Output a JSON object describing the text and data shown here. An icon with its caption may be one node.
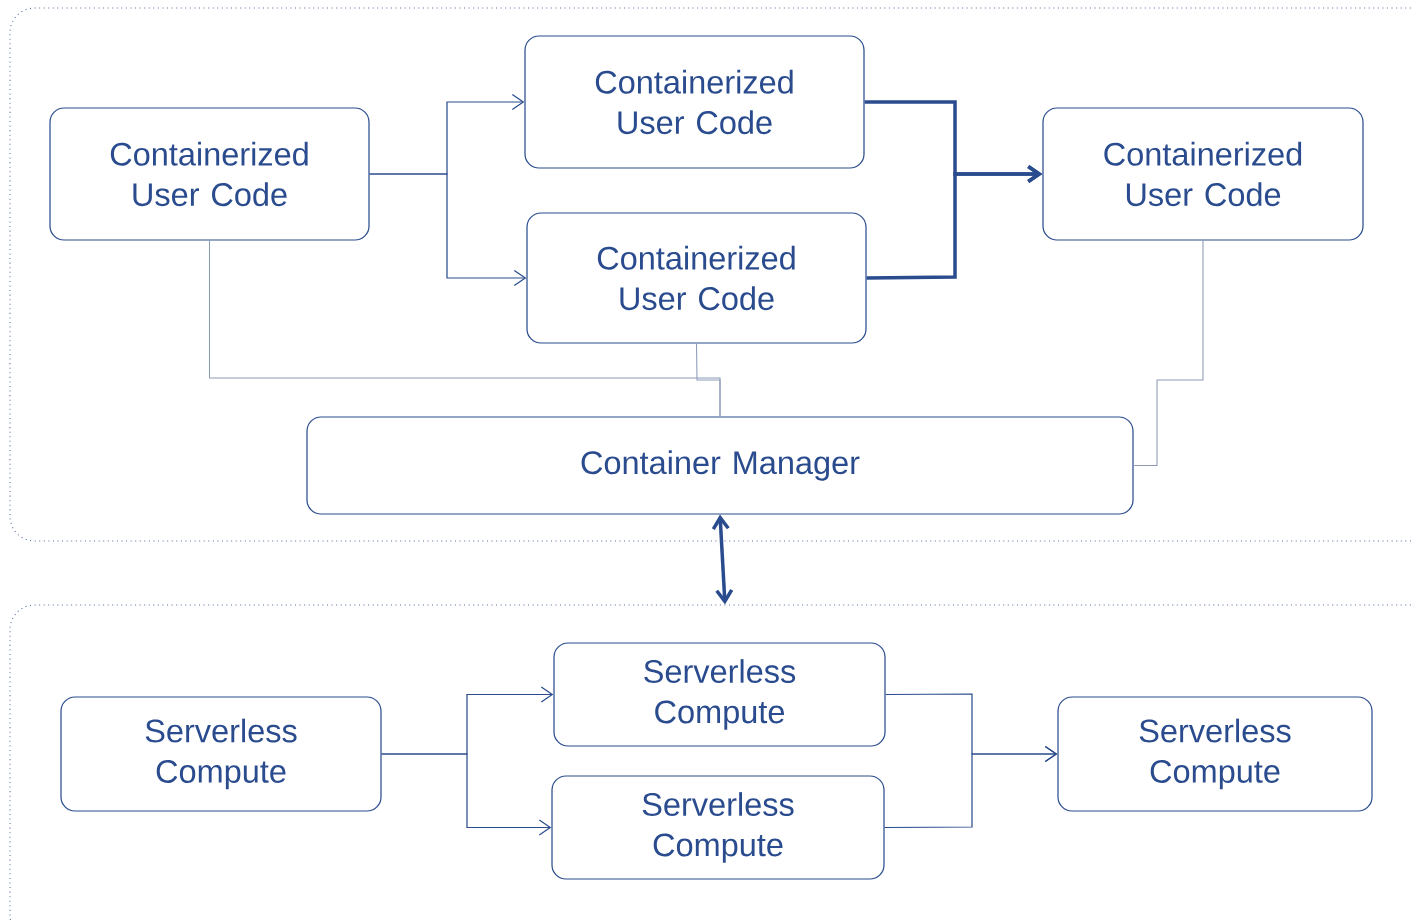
{
  "diagram": {
    "nodes": [
      {
        "text": [],
        "shape": "box"
      },
      {
        "text": [
          "Containerized User Code"
        ],
        "in": 0
      },
      {
        "text": [
          "Containerized User Code"
        ],
        "in": 0
      },
      {
        "text": [
          "Containerized User Code"
        ],
        "in": 0
      },
      {
        "text": [
          "Containerized User Code"
        ],
        "in": 0
      },
      {
        "text": [
          "Container Manager"
        ],
        "in": 0
      },
      {
        "text": [],
        "shape": "box"
      },
      {
        "text": [
          "Serverless Compute"
        ],
        "in": 6
      },
      {
        "text": [
          "Serverless Compute"
        ],
        "in": 6
      },
      {
        "text": [
          "Serverless Compute"
        ],
        "in": 6
      },
      {
        "text": [
          "Serverless Compute"
        ],
        "in": 6
      }
    ],
    "edges": [
      {
        "from": 1,
        "to": 2,
        "arrow": "to"
      },
      {
        "from": 1,
        "to": 3,
        "arrow": "to"
      },
      {
        "from": 2,
        "to": 4,
        "arrow": "to",
        "style": "thick"
      },
      {
        "from": 3,
        "to": 4,
        "arrow": "to",
        "style": "thick"
      },
      {
        "from": 1,
        "to": 5,
        "arrow": "none",
        "color": "#8c9bb6"
      },
      {
        "from": 3,
        "to": 5,
        "arrow": "none",
        "color": "#8c9bb6"
      },
      {
        "from": 4,
        "to": 5,
        "arrow": "none",
        "color": "#8c9bb6"
      },
      {
        "from": 5,
        "to": 6,
        "arrow": "both",
        "style": "thick"
      },
      {
        "from": 7,
        "to": 8,
        "arrow": "to"
      },
      {
        "from": 7,
        "to": 9,
        "arrow": "to"
      },
      {
        "from": 8,
        "to": 10,
        "arrow": "to"
      },
      {
        "from": 9,
        "to": 10,
        "arrow": "to"
      }
    ]
  }
}
